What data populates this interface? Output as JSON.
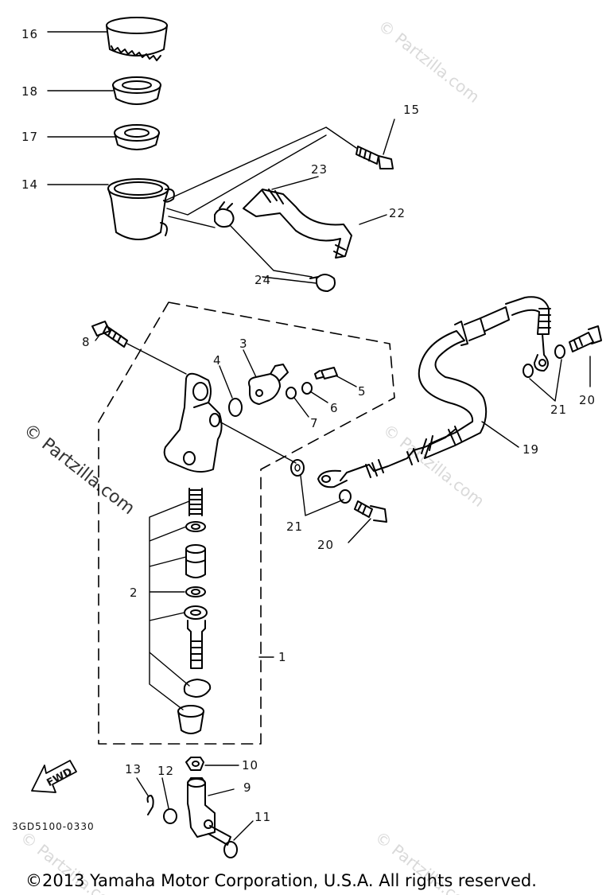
{
  "watermark": {
    "text": "© Partzilla.com"
  },
  "part_numbers": [
    "16",
    "18",
    "17",
    "14",
    "15",
    "23",
    "22",
    "24",
    "3",
    "4",
    "8",
    "5",
    "6",
    "7",
    "21",
    "20",
    "19",
    "21",
    "20",
    "2",
    "1",
    "10",
    "13",
    "12",
    "9",
    "11"
  ],
  "fwd_label": "FWD",
  "drawing_code": "3GD5100-0330",
  "copyright": "©2013  Yamaha Motor Corporation, U.S.A. All rights reserved."
}
